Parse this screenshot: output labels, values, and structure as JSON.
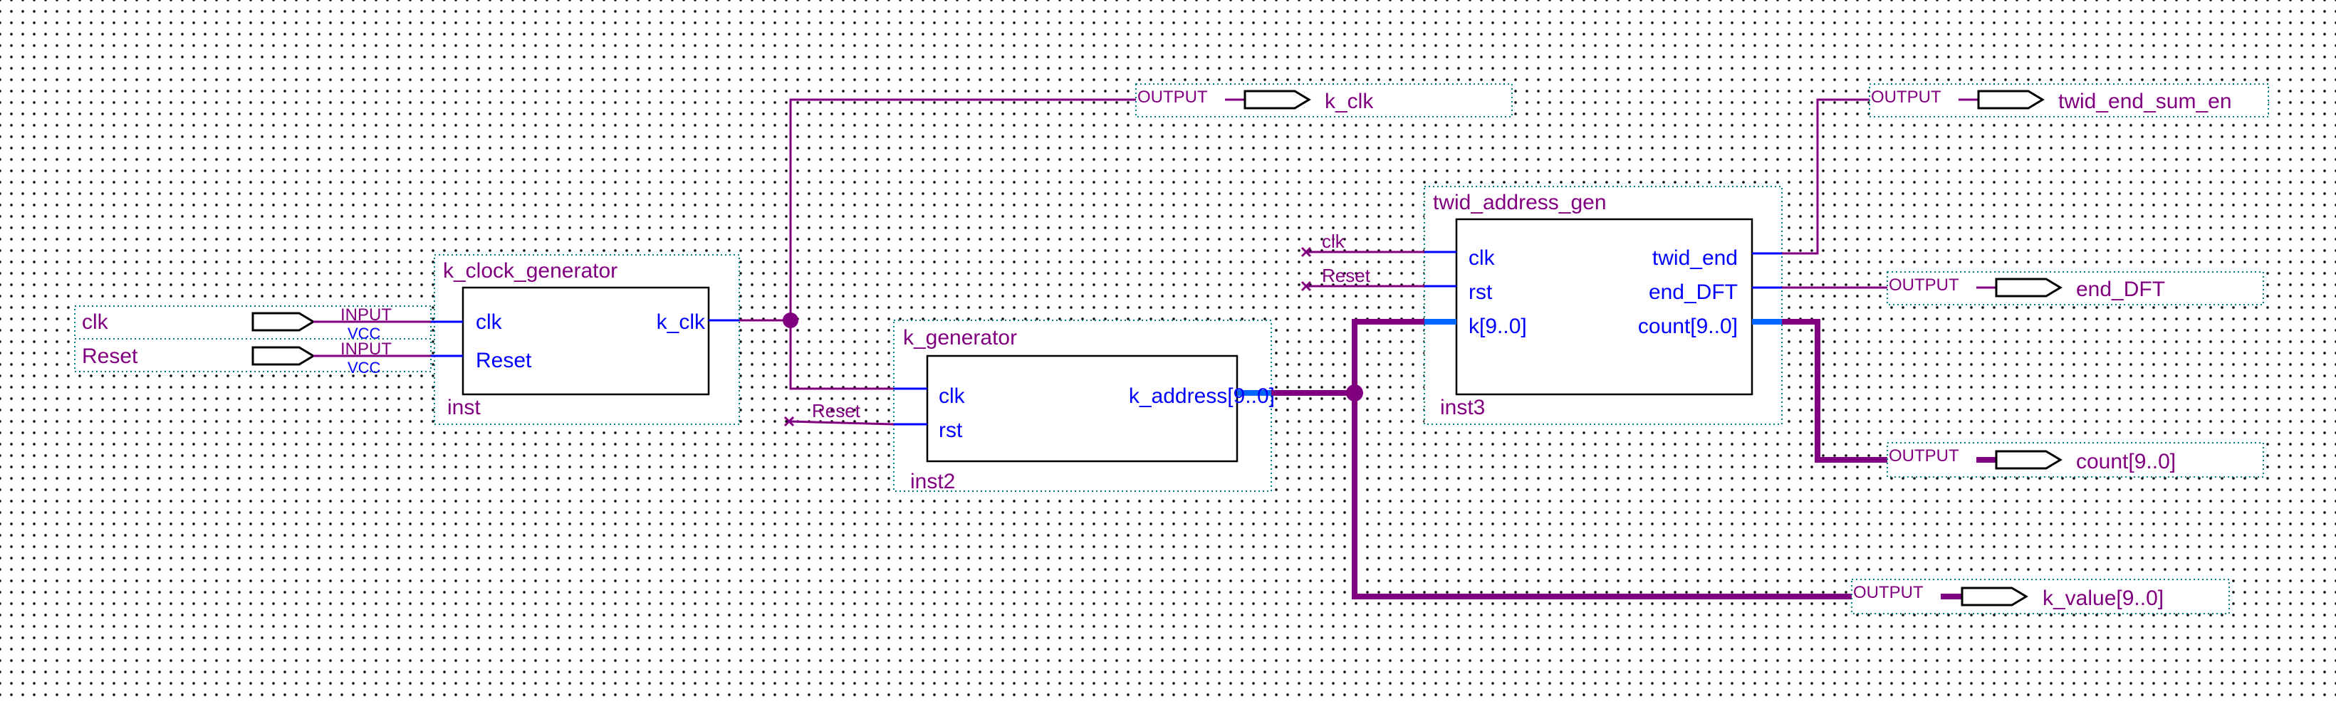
{
  "schematic": {
    "inputs": {
      "clk": {
        "label": "clk",
        "kind": "INPUT",
        "default": "VCC"
      },
      "reset": {
        "label": "Reset",
        "kind": "INPUT",
        "default": "VCC"
      }
    },
    "blocks": {
      "k_clock_generator": {
        "name": "k_clock_generator",
        "instance": "inst",
        "ports": {
          "clk": "clk",
          "reset": "Reset",
          "k_clk": "k_clk"
        }
      },
      "k_generator": {
        "name": "k_generator",
        "instance": "inst2",
        "ports": {
          "clk": "clk",
          "rst": "rst",
          "k_address": "k_address[9..0]"
        }
      },
      "twid_address_gen": {
        "name": "twid_address_gen",
        "instance": "inst3",
        "ports": {
          "clk": "clk",
          "rst": "rst",
          "k": "k[9..0]",
          "twid_end": "twid_end",
          "end_dft": "end_DFT",
          "count": "count[9..0]"
        }
      }
    },
    "terminals": {
      "k_gen_reset": "Reset",
      "twid_clk": "clk",
      "twid_reset": "Reset"
    },
    "outputs": {
      "k_clk": {
        "label": "k_clk",
        "kind": "OUTPUT"
      },
      "twid_end_sum": {
        "label": "twid_end_sum_en",
        "kind": "OUTPUT"
      },
      "end_dft": {
        "label": "end_DFT",
        "kind": "OUTPUT"
      },
      "count": {
        "label": "count[9..0]",
        "kind": "OUTPUT"
      },
      "k_value": {
        "label": "k_value[9..0]",
        "kind": "OUTPUT"
      }
    },
    "colors": {
      "wire": "#800080",
      "port_pin": "#0000ff",
      "instance_frame": "#008080",
      "grid_dot": "#000000"
    }
  }
}
